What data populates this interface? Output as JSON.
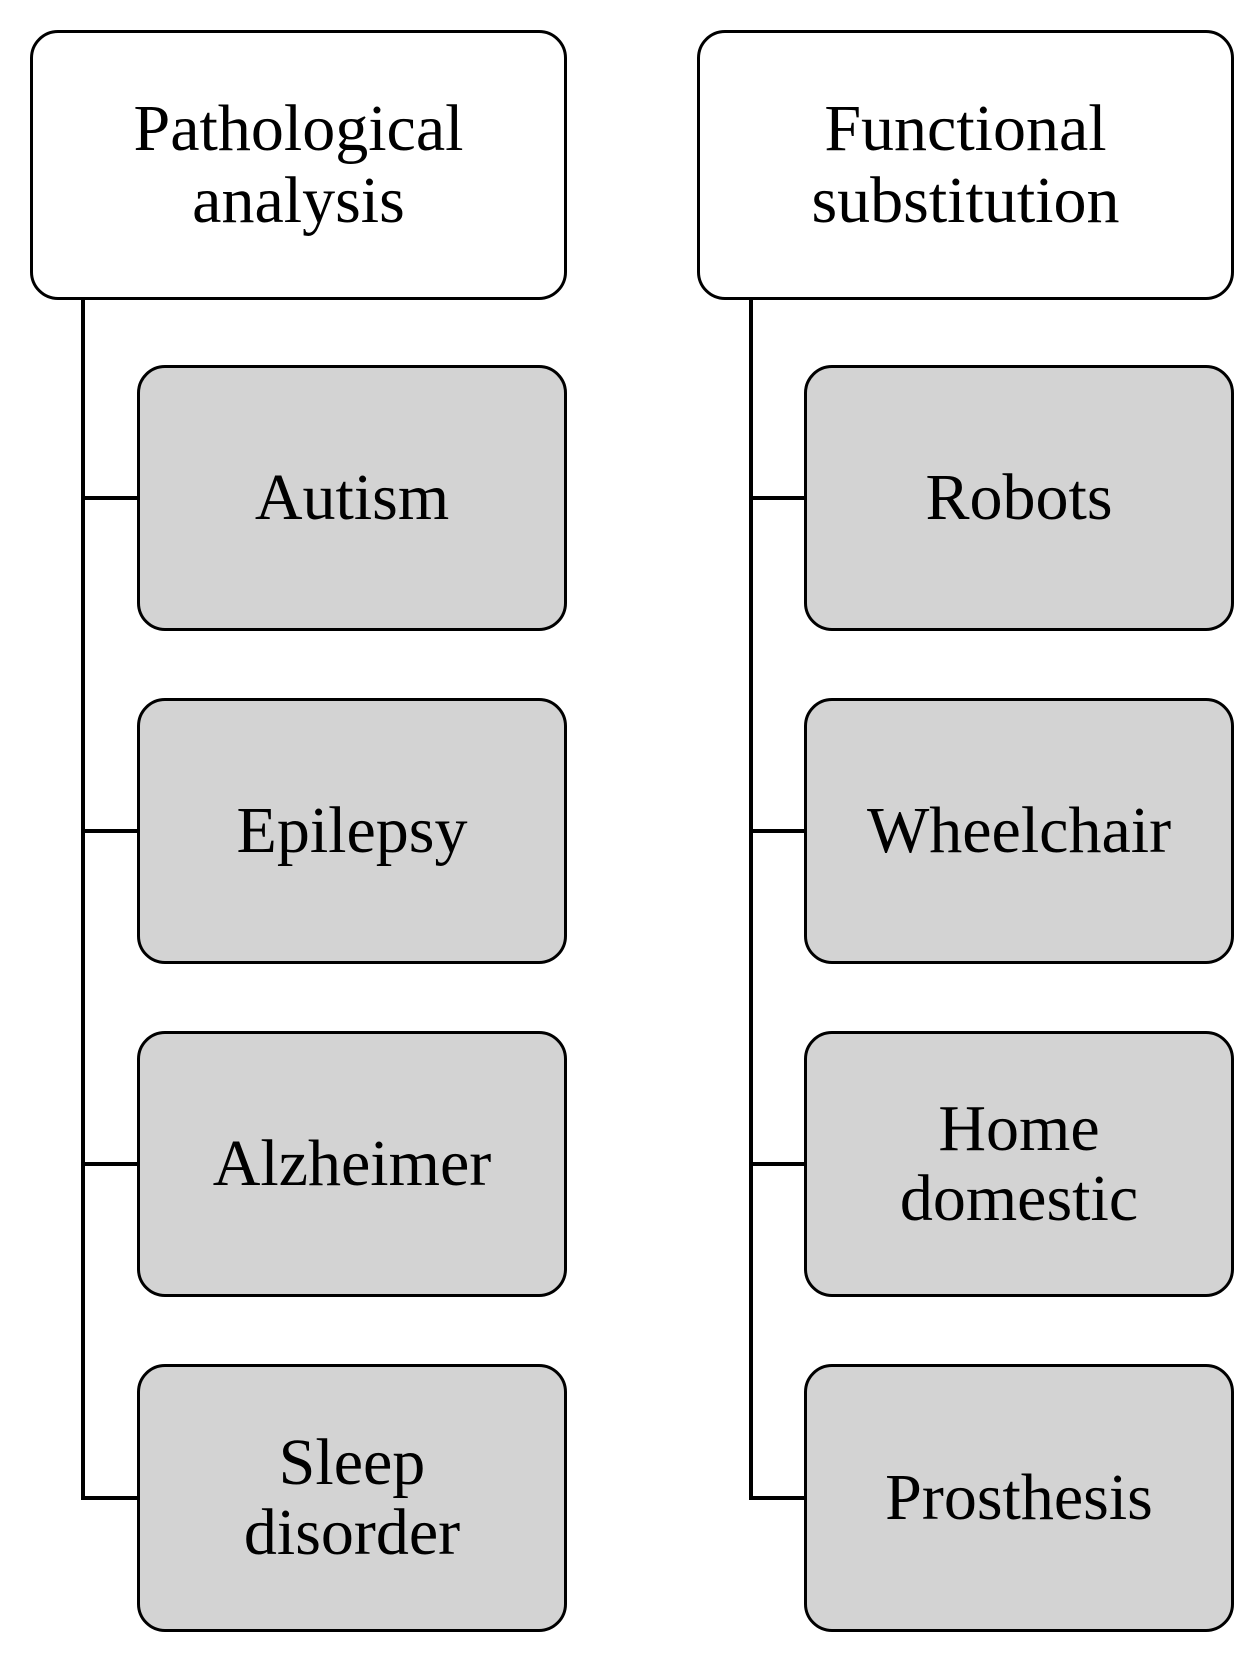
{
  "columns": [
    {
      "title": "Pathological\nanalysis",
      "items": [
        "Autism",
        "Epilepsy",
        "Alzheimer",
        "Sleep\ndisorder"
      ]
    },
    {
      "title": "Functional\nsubstitution",
      "items": [
        "Robots",
        "Wheelchair",
        "Home\ndomestic",
        "Prosthesis"
      ]
    }
  ],
  "colors": {
    "header_fill": "#ffffff",
    "child_fill": "#d3d3d3",
    "line": "#000000"
  }
}
